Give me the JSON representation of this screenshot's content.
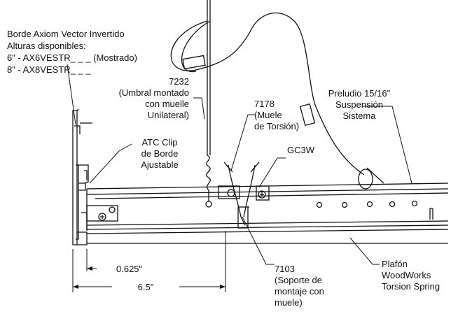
{
  "labels": {
    "edge_title": "Borde Axiom Vector Invertido",
    "edge_heights_title": "Alturas disponibles:",
    "edge_height_6": "6\" - AX6VESTR_ _ _ (Mostrado)",
    "edge_height_8": "8\" - AX8VESTR_ _ _",
    "part_7232": "7232\n(Umbral montado\ncon muelle\nUnilateral)",
    "part_7178": "7178\n(Muele\nde Torsión)",
    "part_gc3w": "GC3W",
    "atc_clip": "ATC Clip\nde Borde\nAjustable",
    "prelude": "Preludio 15/16\"\nSuspensión\nSistema",
    "part_7103": "7103\n(Soporte de\nmontaje con\nmuele)",
    "plafon": "Plafón\nWoodWorks\nTorsion Spring",
    "dim_0625": "0.625\"",
    "dim_65": "6.5\""
  }
}
